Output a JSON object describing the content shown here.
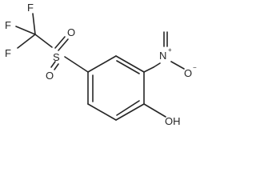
{
  "molecule": {
    "atoms": {
      "f_top": "F",
      "f_upper_left": "F",
      "f_left": "F",
      "s": "S",
      "o_sulfonyl_top": "O",
      "o_sulfonyl_bottom": "O",
      "n": "N",
      "n_charge": "+",
      "o_nitro": "O",
      "o_nitro_charge": "−",
      "oh": "OH"
    }
  }
}
